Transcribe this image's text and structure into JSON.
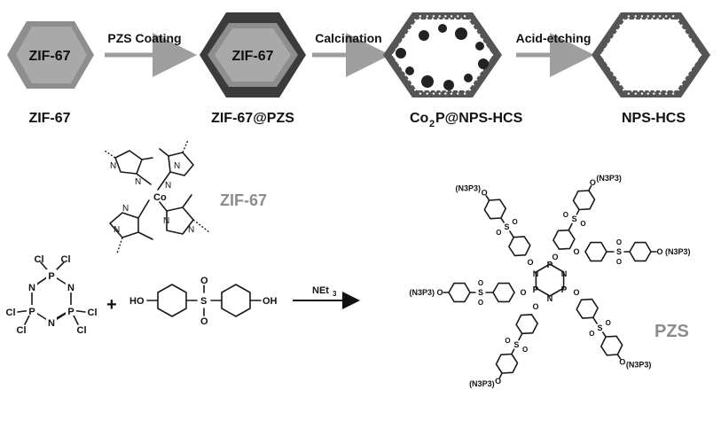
{
  "colors": {
    "hex_dark": "#3b3b3b",
    "hex_mid": "#9a9a9a",
    "hex_light": "#c4c4c4",
    "arrow": "#9e9e9e",
    "caption_gray": "#8c8c8c"
  },
  "stages": [
    {
      "label": "ZIF-67",
      "inner_text": "ZIF-67"
    },
    {
      "label": "ZIF-67@PZS",
      "inner_text": "ZIF-67"
    },
    {
      "label_main": "Co",
      "label_sub": "2",
      "label_rest": "P@NPS-HCS"
    },
    {
      "label": "NPS-HCS"
    }
  ],
  "arrows": [
    "PZS Coating",
    "Calcination",
    "Acid-etching"
  ],
  "zif_structure": {
    "metal": "Co",
    "n_atom": "N",
    "caption": "ZIF-67"
  },
  "reaction": {
    "reagent": "NEt",
    "reagent_sub": "3",
    "plus": "+",
    "phosphazene": {
      "cl": "Cl",
      "p": "P",
      "n": "N"
    },
    "bisphenol": {
      "oh": "HO",
      "oh2": "OH",
      "s": "S",
      "o": "O"
    }
  },
  "pzs": {
    "caption": "PZS",
    "end_group": "(N3P3)",
    "o": "O",
    "s": "S",
    "p": "P",
    "n": "N"
  }
}
